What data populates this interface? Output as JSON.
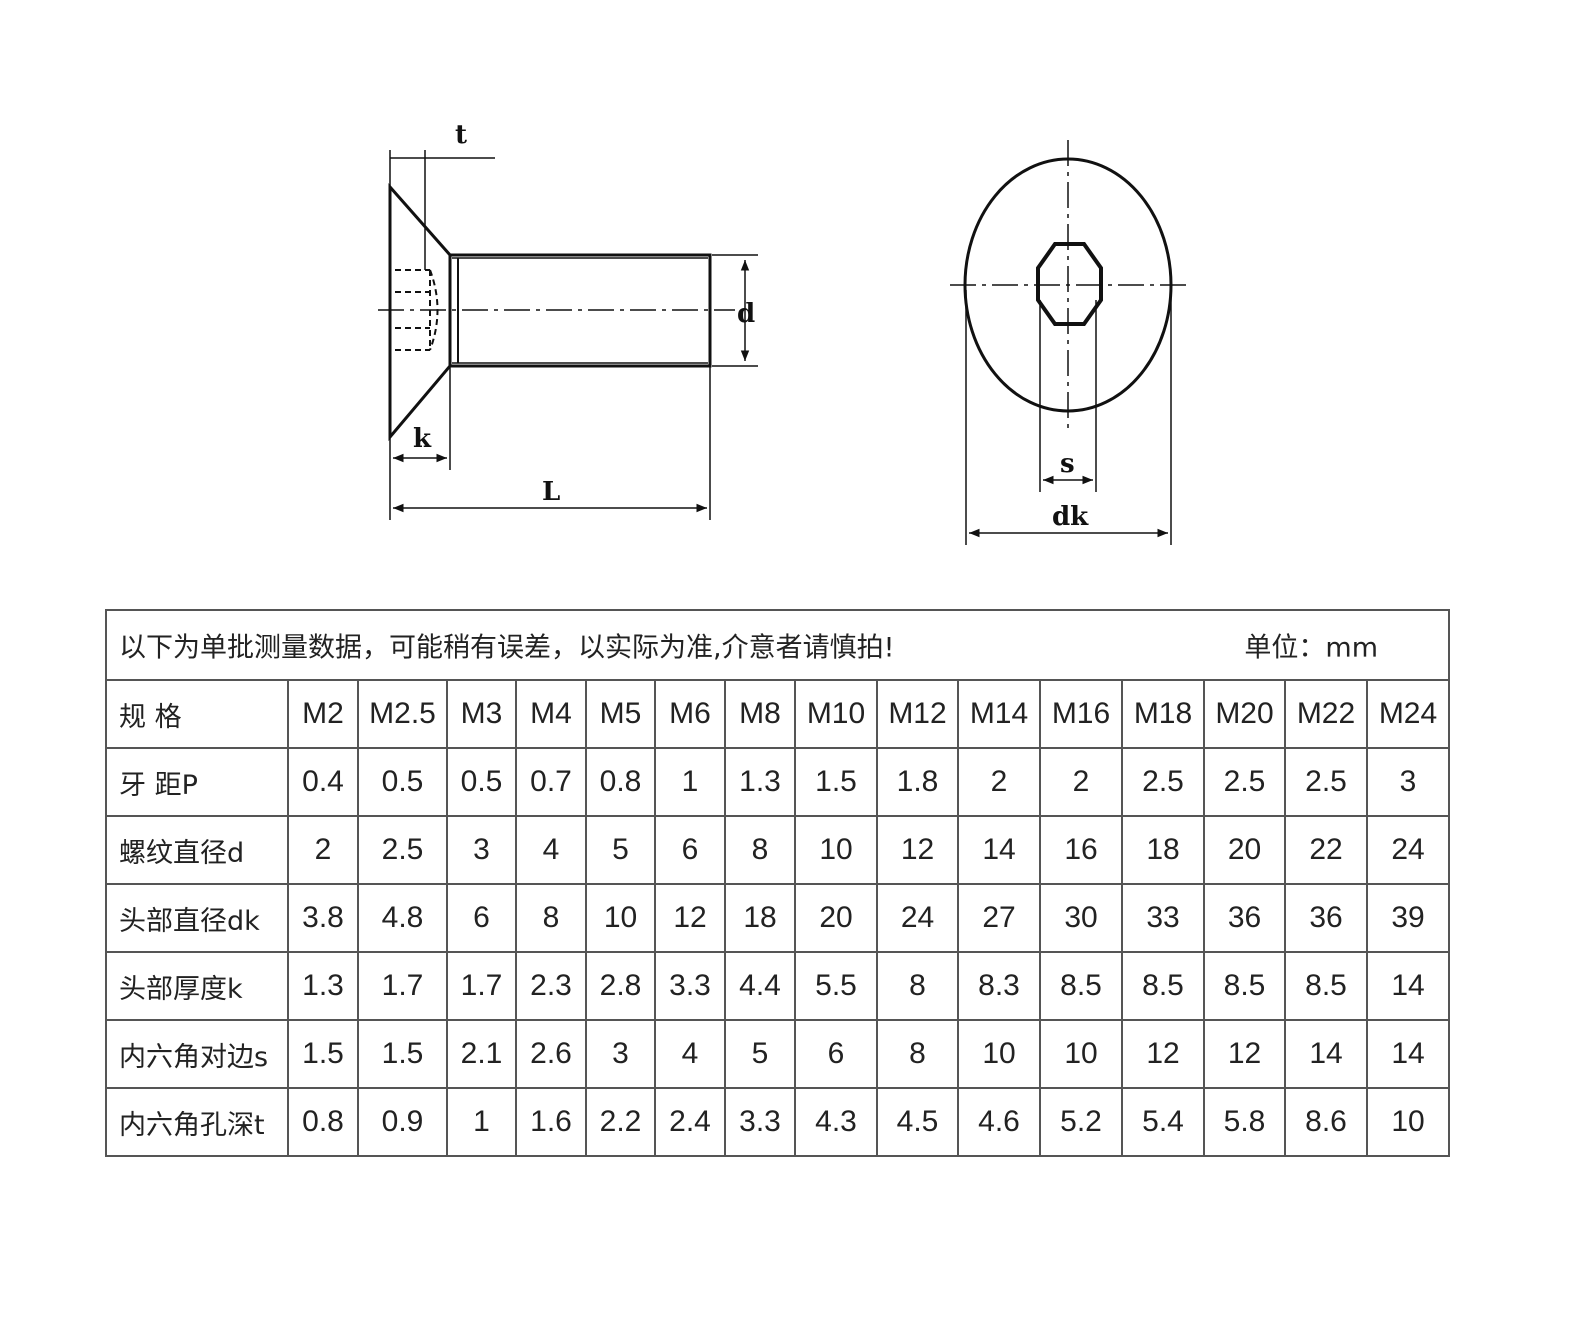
{
  "drawing": {
    "side_view_labels": {
      "t": "t",
      "d": "d",
      "k": "k",
      "L": "L"
    },
    "top_view_labels": {
      "s": "s",
      "dk": "dk"
    }
  },
  "table": {
    "note": "以下为单批测量数据，可能稍有误差，以实际为准,介意者请慎拍!",
    "unit": "单位：mm",
    "header_label": "规 格",
    "sizes": [
      "M2",
      "M2.5",
      "M3",
      "M4",
      "M5",
      "M6",
      "M8",
      "M10",
      "M12",
      "M14",
      "M16",
      "M18",
      "M20",
      "M22",
      "M24"
    ],
    "rows": [
      {
        "label": "牙 距P",
        "values": [
          "0.4",
          "0.5",
          "0.5",
          "0.7",
          "0.8",
          "1",
          "1.3",
          "1.5",
          "1.8",
          "2",
          "2",
          "2.5",
          "2.5",
          "2.5",
          "3"
        ]
      },
      {
        "label": "螺纹直径d",
        "values": [
          "2",
          "2.5",
          "3",
          "4",
          "5",
          "6",
          "8",
          "10",
          "12",
          "14",
          "16",
          "18",
          "20",
          "22",
          "24"
        ]
      },
      {
        "label": "头部直径dk",
        "values": [
          "3.8",
          "4.8",
          "6",
          "8",
          "10",
          "12",
          "18",
          "20",
          "24",
          "27",
          "30",
          "33",
          "36",
          "36",
          "39"
        ]
      },
      {
        "label": "头部厚度k",
        "values": [
          "1.3",
          "1.7",
          "1.7",
          "2.3",
          "2.8",
          "3.3",
          "4.4",
          "5.5",
          "8",
          "8.3",
          "8.5",
          "8.5",
          "8.5",
          "8.5",
          "14"
        ]
      },
      {
        "label": "内六角对边s",
        "values": [
          "1.5",
          "1.5",
          "2.1",
          "2.6",
          "3",
          "4",
          "5",
          "6",
          "8",
          "10",
          "10",
          "12",
          "12",
          "14",
          "14"
        ]
      },
      {
        "label": "内六角孔深t",
        "values": [
          "0.8",
          "0.9",
          "1",
          "1.6",
          "2.2",
          "2.4",
          "3.3",
          "4.3",
          "4.5",
          "4.6",
          "5.2",
          "5.4",
          "5.8",
          "8.6",
          "10"
        ]
      }
    ]
  }
}
